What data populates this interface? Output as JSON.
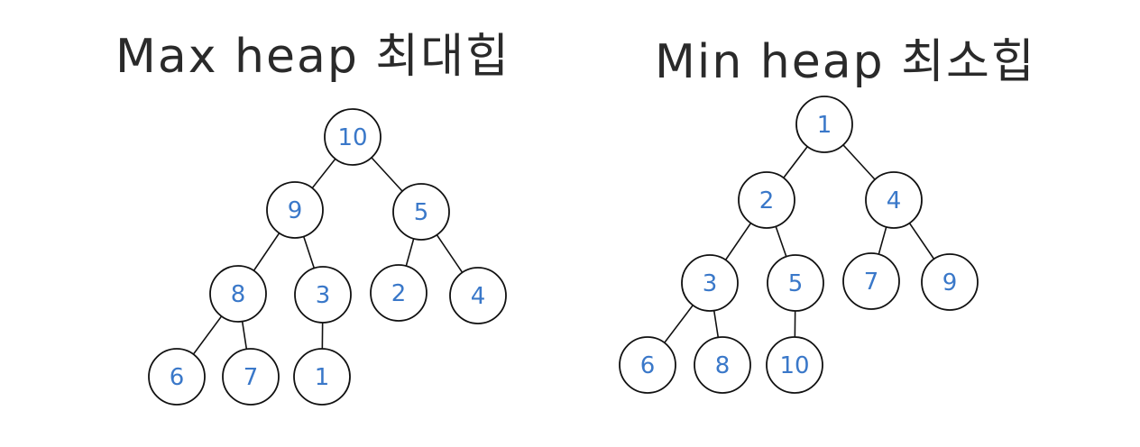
{
  "colors": {
    "title": "#2a2a2a",
    "edge": "#111111",
    "node_stroke": "#111111",
    "node_label": "#3a78c9"
  },
  "max_heap": {
    "title": "Max heap 최대힙",
    "nodes": [
      {
        "id": "m0",
        "label": "10"
      },
      {
        "id": "m1",
        "label": "9"
      },
      {
        "id": "m2",
        "label": "5"
      },
      {
        "id": "m3",
        "label": "8"
      },
      {
        "id": "m4",
        "label": "3"
      },
      {
        "id": "m5",
        "label": "2"
      },
      {
        "id": "m6",
        "label": "4"
      },
      {
        "id": "m7",
        "label": "6"
      },
      {
        "id": "m8",
        "label": "7"
      },
      {
        "id": "m9",
        "label": "1"
      }
    ],
    "edges": [
      [
        "m0",
        "m1"
      ],
      [
        "m0",
        "m2"
      ],
      [
        "m1",
        "m3"
      ],
      [
        "m1",
        "m4"
      ],
      [
        "m2",
        "m5"
      ],
      [
        "m2",
        "m6"
      ],
      [
        "m3",
        "m7"
      ],
      [
        "m3",
        "m8"
      ],
      [
        "m4",
        "m9"
      ]
    ]
  },
  "min_heap": {
    "title": "Min heap 최소힙",
    "nodes": [
      {
        "id": "n0",
        "label": "1"
      },
      {
        "id": "n1",
        "label": "2"
      },
      {
        "id": "n2",
        "label": "4"
      },
      {
        "id": "n3",
        "label": "3"
      },
      {
        "id": "n4",
        "label": "5"
      },
      {
        "id": "n5",
        "label": "7"
      },
      {
        "id": "n6",
        "label": "9"
      },
      {
        "id": "n7",
        "label": "6"
      },
      {
        "id": "n8",
        "label": "8"
      },
      {
        "id": "n9",
        "label": "10"
      }
    ],
    "edges": [
      [
        "n0",
        "n1"
      ],
      [
        "n0",
        "n2"
      ],
      [
        "n1",
        "n3"
      ],
      [
        "n1",
        "n4"
      ],
      [
        "n2",
        "n5"
      ],
      [
        "n2",
        "n6"
      ],
      [
        "n3",
        "n7"
      ],
      [
        "n3",
        "n8"
      ],
      [
        "n4",
        "n9"
      ]
    ]
  }
}
